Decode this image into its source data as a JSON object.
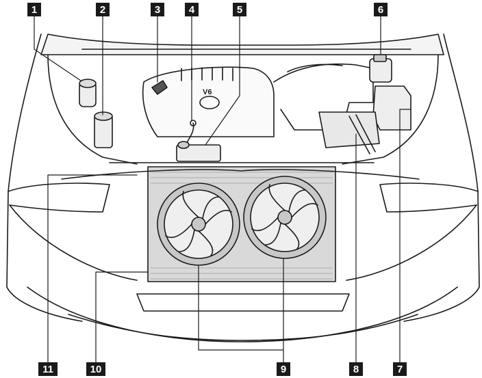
{
  "figure": {
    "callouts": [
      {
        "label": "1"
      },
      {
        "label": "2"
      },
      {
        "label": "3"
      },
      {
        "label": "4"
      },
      {
        "label": "5"
      },
      {
        "label": "6"
      },
      {
        "label": "7"
      },
      {
        "label": "8"
      },
      {
        "label": "9"
      },
      {
        "label": "10"
      },
      {
        "label": "11"
      }
    ],
    "engine_marking": "V6",
    "colors": {
      "line": "#1a1a1a",
      "callout_box": "#1a1a1a",
      "callout_text": "#ffffff",
      "radiator_fill": "#d9d9d9",
      "fan_fill": "#c8c8c8",
      "background": "#ffffff"
    }
  }
}
